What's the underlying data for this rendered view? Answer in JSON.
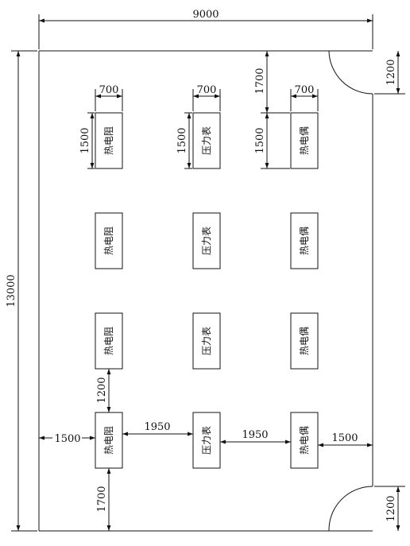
{
  "room": {
    "width_label": "9000",
    "height_label": "13000"
  },
  "doors": {
    "top_label": "1200",
    "bottom_label": "1200"
  },
  "dimensions": {
    "box_width": "700",
    "box_height": "1500",
    "top_offset": "1700",
    "row_gap": "1200",
    "left_margin": "1500",
    "right_margin": "1500",
    "col_gap_1": "1950",
    "col_gap_2": "1950",
    "bottom_offset": "1700"
  },
  "instruments": {
    "col_left": "热电阻",
    "col_middle": "压力表",
    "col_right": "热电偶"
  }
}
